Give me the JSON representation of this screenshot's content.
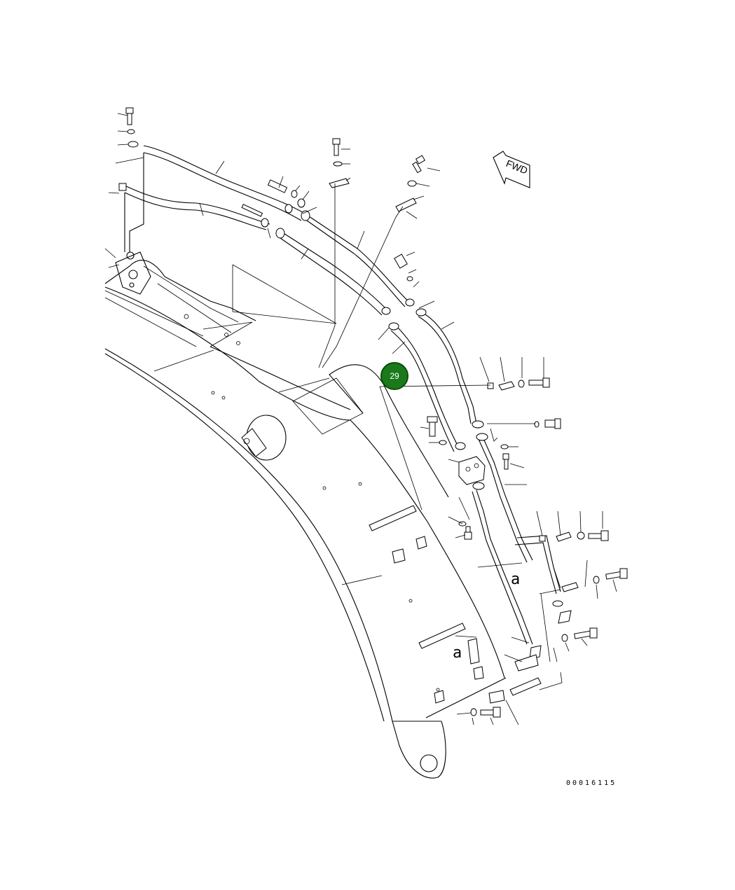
{
  "diagram": {
    "fwd_label": "FWD",
    "callout": {
      "label": "29",
      "color": "#1a7a1a"
    },
    "detail_labels": [
      "a",
      "a"
    ],
    "drawing_number": "00016115"
  }
}
